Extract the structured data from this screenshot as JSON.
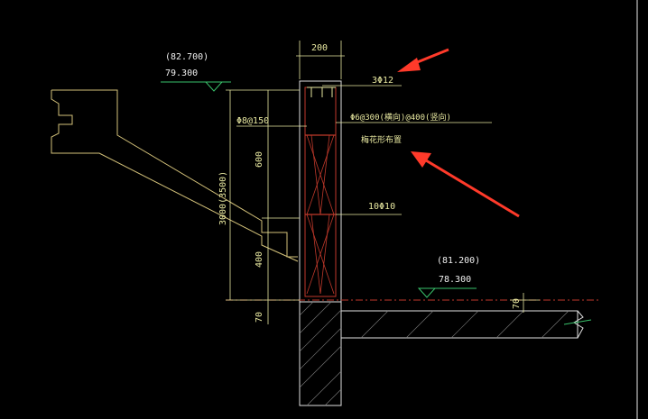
{
  "drawing": {
    "elev_top_paren": "(82.700)",
    "elev_top": "79.300",
    "elev_low_paren": "(81.200)",
    "elev_low": "78.300",
    "wall_width": "200",
    "top_bars": "3Φ12",
    "stirrups": "Φ8@150",
    "tie_spec": "Φ6@300(横向)@400(竖向)",
    "tie_note": "梅花形布置",
    "mid_bars": "10Φ10",
    "dim_600": "600",
    "dim_400": "400",
    "dim_total": "3000(3500)",
    "dim_70_left": "70",
    "dim_70_right": "70"
  },
  "colors": {
    "background": "#000000",
    "outline": "#d4c27a",
    "rebar": "#c0392b",
    "annotation_arrow": "#ff3a2a",
    "elevation_mark": "#39c26b",
    "dimension": "#e8e8a0"
  }
}
